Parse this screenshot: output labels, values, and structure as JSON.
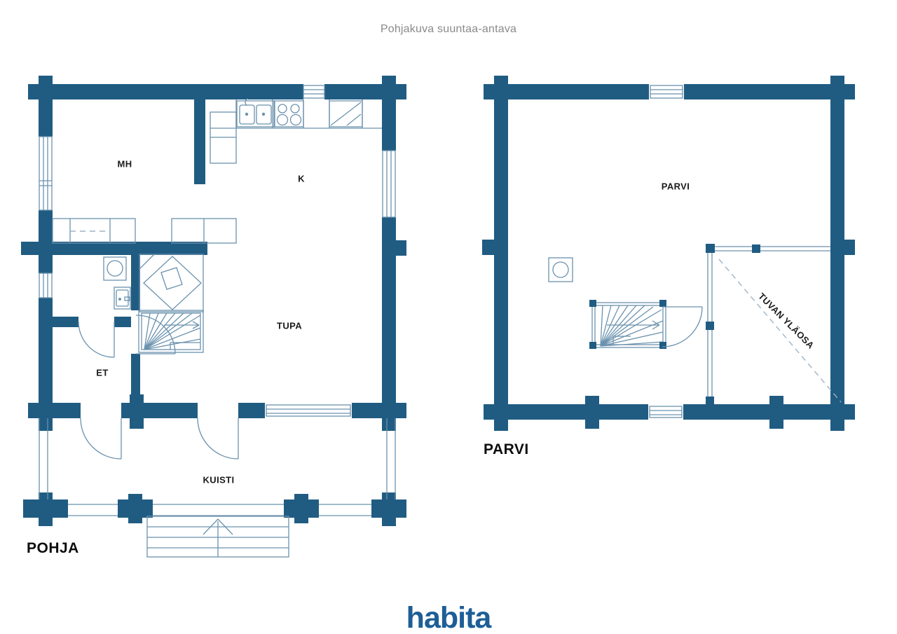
{
  "title": "Pohjakuva suuntaa-antava",
  "brand": {
    "logo_text": "habita"
  },
  "colors": {
    "wall": "#205c82",
    "line": "#6b92ae",
    "dashed": "#9fb4c6",
    "label": "#1b1b1b",
    "muted": "#8a8a8a",
    "brand": "#1d5e97"
  },
  "plans": {
    "fl1": {
      "caption": "POHJA",
      "rooms": {
        "mh": "MH",
        "k": "K",
        "tupa": "TUPA",
        "et": "ET",
        "kuisti": "KUISTI"
      }
    },
    "fl2": {
      "caption": "PARVI",
      "rooms": {
        "parvi": "PARVI",
        "open_area": "TUVAN YLÄOSA"
      }
    }
  }
}
